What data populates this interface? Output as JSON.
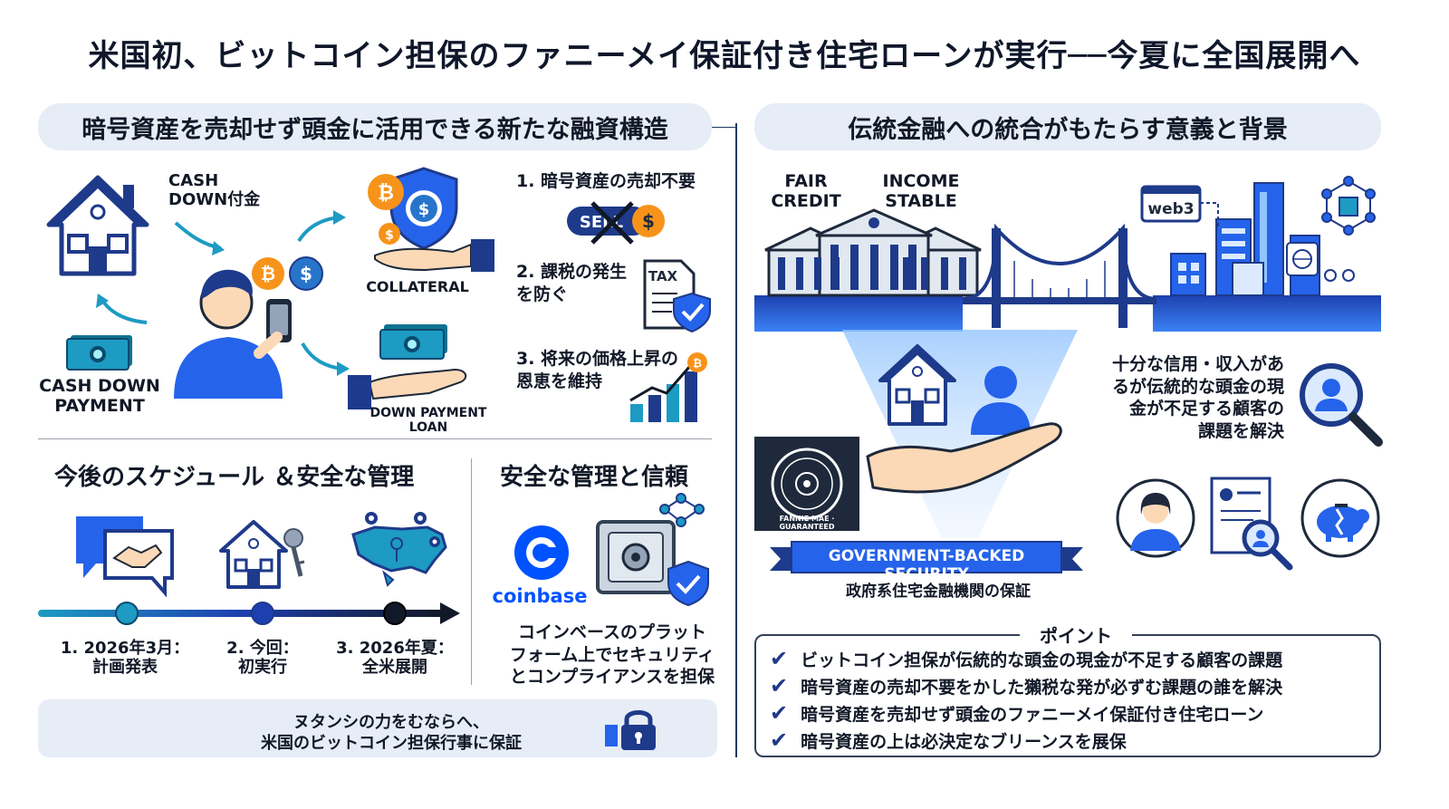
{
  "title": "米国初、ビットコイン担保のファニーメイ保証付き住宅ローンが実行──今夏に全国展開へ",
  "left": {
    "header": "暗号資産を売却せず頭金に活用できる新たな融資構造",
    "flow": {
      "cash_down_label": "CASH\nDOWN付金",
      "collateral_label": "COLLATERAL",
      "cash_down_payment_label": "CASH DOWN\nPAYMENT",
      "down_payment_loan_label": "DOWN PAYMENT\nLOAN",
      "sell_text": "SELL"
    },
    "benefits": [
      {
        "text": "1. 暗号資産の売却不要"
      },
      {
        "text": "2. 課税の発生\nを防ぐ",
        "icon_text": "TAX"
      },
      {
        "text": "3. 将来の価格上昇の\n恩恵を維持"
      }
    ],
    "schedule": {
      "header": "今後のスケジュール ＆安全な管理",
      "steps": [
        {
          "label": "1. 2026年3月：\n計画発表"
        },
        {
          "label": "2. 今回：\n初実行"
        },
        {
          "label": "3. 2026年夏：\n全米展開"
        }
      ]
    },
    "security": {
      "header": "安全な管理と信頼",
      "brand": "coinbase",
      "text": "コインベースのプラット\nフォーム上でセキュリティ\nとコンプライアンスを担保"
    },
    "note": "ヌタンシの力をむならへ、\n米国のビットコイン担保行事に保証"
  },
  "right": {
    "header": "伝統金融への統合がもたらす意義と背景",
    "fair_credit": "FAIR\nCREDIT",
    "income_stable": "INCOME\nSTABLE",
    "web3": "web3",
    "side_text": "十分な信用・収入があ\nるが伝統的な頭金の現\n金が不足する顧客の\n課題を解決",
    "seal_text": "FANNIE MAE · GUARANTEED",
    "banner": "GOVERNMENT-BACKED SECURITY",
    "banner_sub": "政府系住宅金融機関の保証",
    "points_title": "ポイント",
    "points": [
      "ビットコイン担保が伝統的な頭金の現金が不足する顧客の課題",
      "暗号資産の売却不要をかした獺税な発が必ずむ課題の誰を解決",
      "暗号資産を売却せず頭金のファニーメイ保証付き住宅ローン",
      "暗号資産の上は必決定なブリーンスを展保"
    ]
  },
  "colors": {
    "navy": "#1e3a8a",
    "blue": "#2563eb",
    "light_blue": "#e6edf7",
    "bitcoin": "#f7931a",
    "usdc": "#2775ca",
    "coinbase": "#0052ff",
    "teal": "#1d9bc3"
  }
}
